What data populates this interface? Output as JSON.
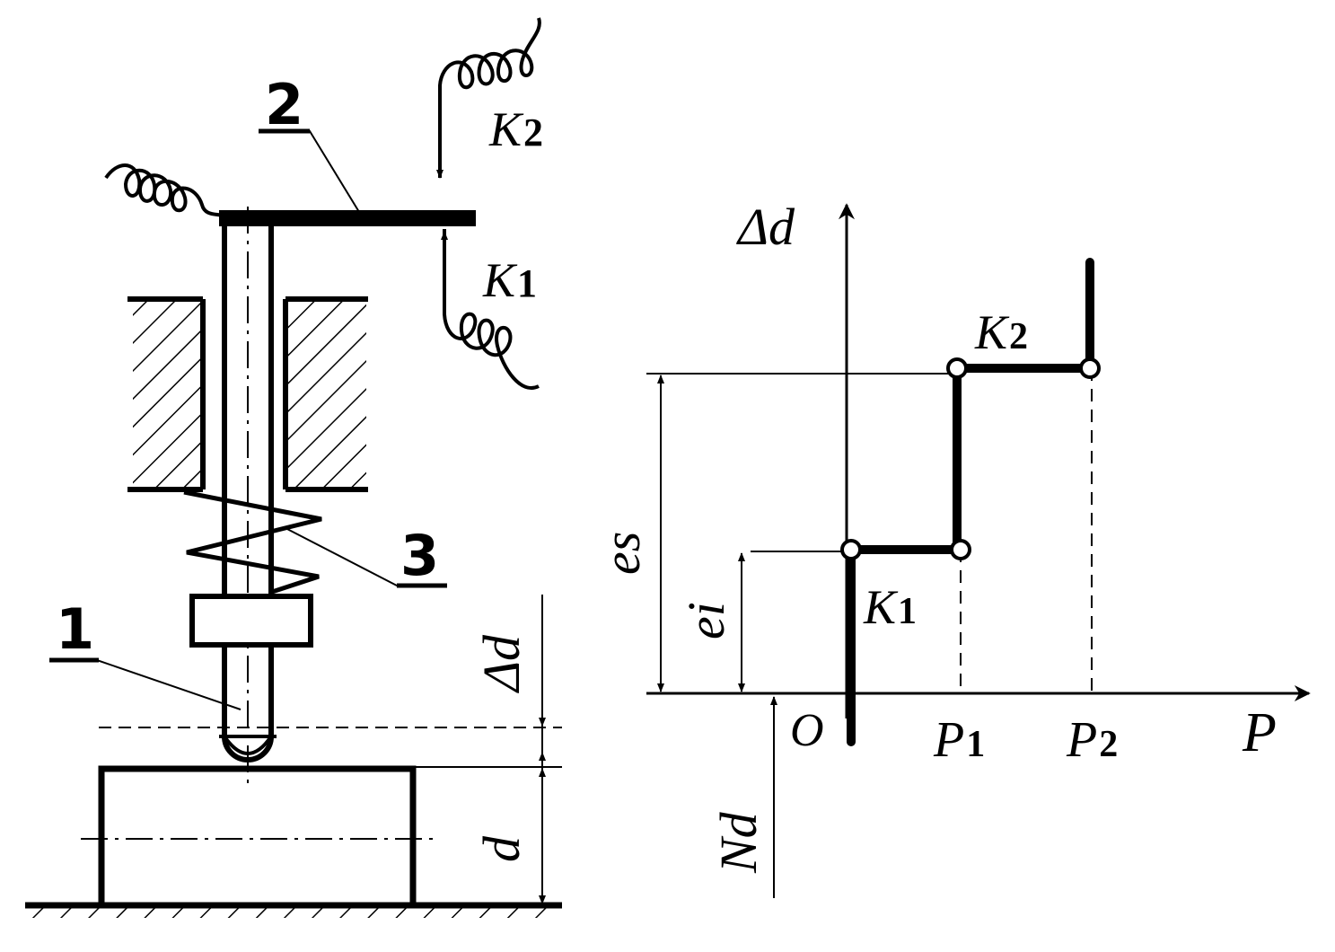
{
  "mechanism": {
    "part_1": "1",
    "part_2": "2",
    "part_3": "3",
    "contact_k1": "K",
    "contact_k1_sub": "1",
    "contact_k2": "K",
    "contact_k2_sub": "2",
    "dim_delta_d": "Δd",
    "dim_d": "d"
  },
  "graph": {
    "y_axis": "Δd",
    "x_axis": "P",
    "origin": "O",
    "p1": "P",
    "p1_sub": "1",
    "p2": "P",
    "p2_sub": "2",
    "k1": "K",
    "k1_sub": "1",
    "k2": "K",
    "k2_sub": "2",
    "es": "es",
    "ei": "ei",
    "nd": "Nd"
  }
}
